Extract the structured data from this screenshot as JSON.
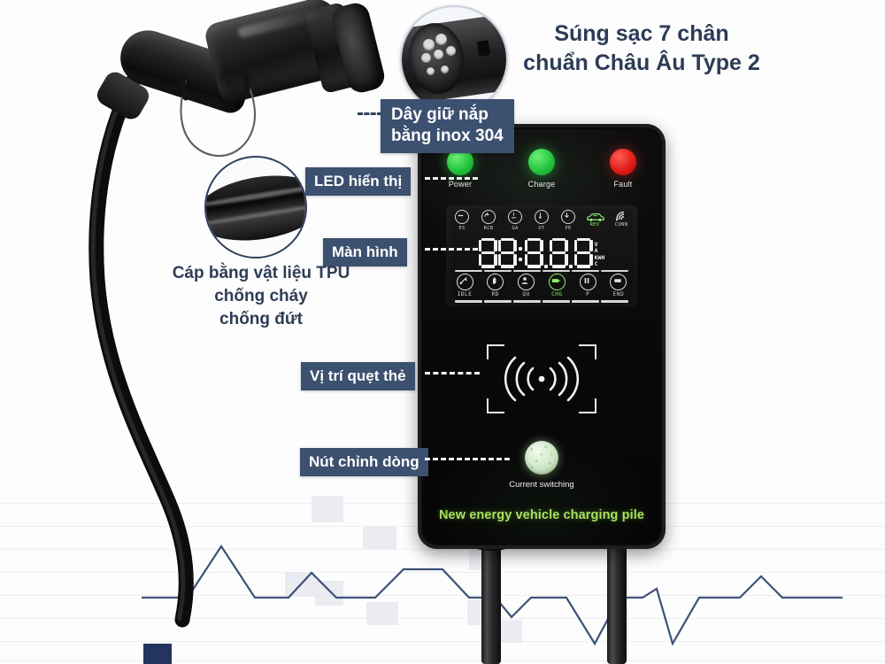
{
  "title": {
    "line1": "Súng sạc 7 chân",
    "line2": "chuẩn Châu Âu Type 2"
  },
  "callouts": {
    "lanyard": {
      "line1": "Dây giữ nắp",
      "line2": "bằng inox 304"
    },
    "led": "LED hiển thị",
    "screen": "Màn hình",
    "rfid": "Vị trí quẹt thẻ",
    "button": "Nút chỉnh dòng"
  },
  "cable_note": {
    "line1": "Cáp bằng vật liệu TPU",
    "line2": "chống cháy",
    "line3": "chống đứt"
  },
  "charger": {
    "leds": [
      {
        "label": "Power",
        "color": "#2ecb41",
        "state": "green"
      },
      {
        "label": "Charge",
        "color": "#2ecb41",
        "state": "green"
      },
      {
        "label": "Fault",
        "color": "#e01a18",
        "state": "red"
      }
    ],
    "lcd": {
      "status_icons_top": [
        {
          "label": "ES",
          "icon": "minus-circle-icon",
          "active": false
        },
        {
          "label": "RCB",
          "icon": "swirl-circle-icon",
          "active": false
        },
        {
          "label": "GA",
          "icon": "gauge-circle-icon",
          "active": false
        },
        {
          "label": "OT",
          "icon": "thermometer-circle-icon",
          "active": false
        },
        {
          "label": "PE",
          "icon": "ground-arrow-circle-icon",
          "active": false
        },
        {
          "label": "REV",
          "icon": "car-icon",
          "active": true
        },
        {
          "label": "CONN",
          "icon": "wifi-signal-icon",
          "active": false
        }
      ],
      "digits": "88:8.8.8",
      "units": [
        "V",
        "A",
        "KWH",
        "C"
      ],
      "status_icons_bottom": [
        {
          "label": "IDLE",
          "icon": "plug-circle-icon",
          "active": false
        },
        {
          "label": "RD",
          "icon": "hand-circle-icon",
          "active": false
        },
        {
          "label": "QU",
          "icon": "person-circle-icon",
          "active": false
        },
        {
          "label": "CHG",
          "icon": "battery-circle-icon",
          "active": true
        },
        {
          "label": "P",
          "icon": "pause-circle-icon",
          "active": false
        },
        {
          "label": "END",
          "icon": "stop-circle-icon",
          "active": false
        }
      ]
    },
    "rfid_icon": "rfid-wave-icon",
    "current_switch_label": "Current switching",
    "brand_text": "New energy vehicle charging pile",
    "accent_green": "#a8e05f"
  },
  "colors": {
    "callout_bg": "#3c506f",
    "title_text": "#2d3c56",
    "chart_line": "#3d5278",
    "navy_chip": "#23355c"
  },
  "chart_data": {
    "type": "line",
    "title": "",
    "xlabel": "",
    "ylabel": "",
    "grid": true,
    "legend": null,
    "x": [
      0,
      1,
      2,
      3,
      4,
      5,
      6,
      7,
      8,
      9,
      10,
      11,
      12,
      13,
      14,
      15,
      16,
      17,
      18,
      19,
      20,
      21,
      22,
      23,
      24,
      25,
      26
    ],
    "values": [
      3,
      3,
      3,
      3,
      9,
      3,
      3,
      6,
      3,
      3,
      8,
      8,
      3,
      3,
      5,
      3,
      3,
      7,
      1,
      7,
      3,
      3,
      7,
      2,
      7,
      5,
      5
    ]
  }
}
